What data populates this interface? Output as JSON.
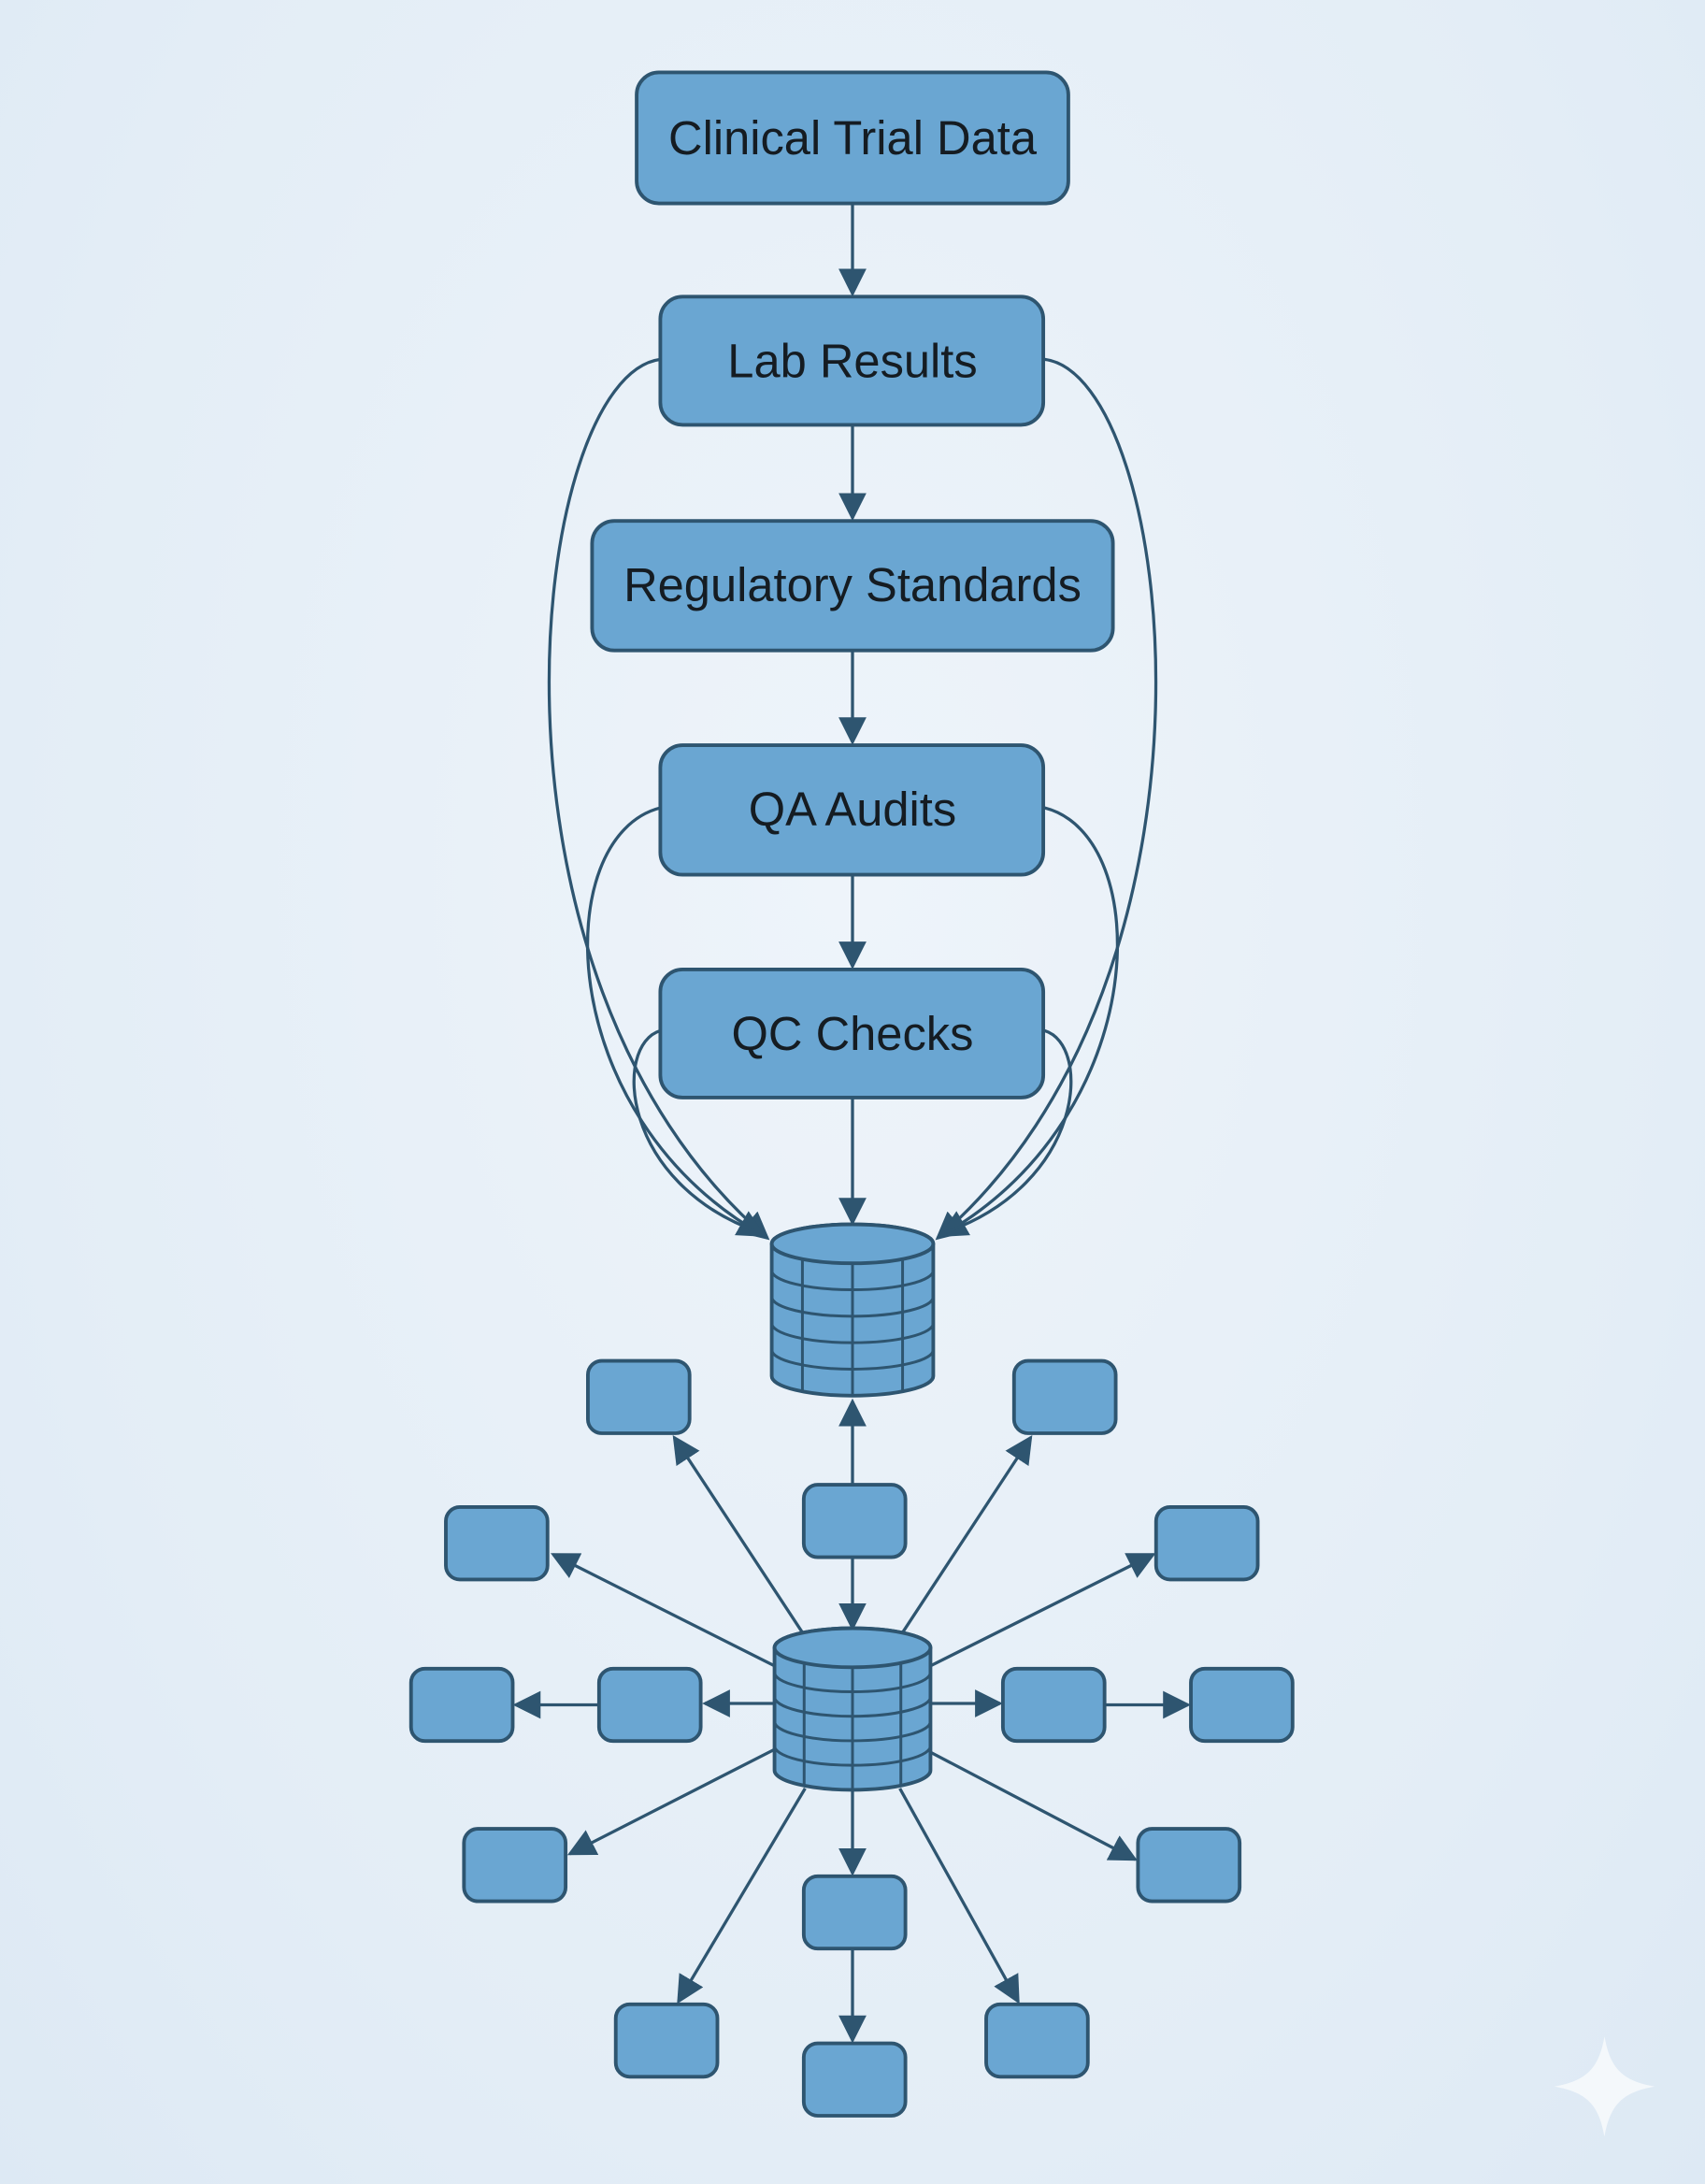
{
  "diagram": {
    "nodes": [
      {
        "id": "clinical",
        "label": "Clinical Trial Data"
      },
      {
        "id": "lab",
        "label": "Lab Results"
      },
      {
        "id": "regulatory",
        "label": "Regulatory Standards"
      },
      {
        "id": "qa",
        "label": "QA Audits"
      },
      {
        "id": "qc",
        "label": "QC Checks"
      }
    ],
    "databases": [
      "central-database",
      "hub-database"
    ],
    "unlabeled_child_boxes": 15,
    "colors": {
      "node_fill": "#6aa6d2",
      "stroke": "#2e5570",
      "background": "#e7f0f8",
      "text": "#151c22"
    },
    "watermark_icon": "sparkle-icon"
  }
}
